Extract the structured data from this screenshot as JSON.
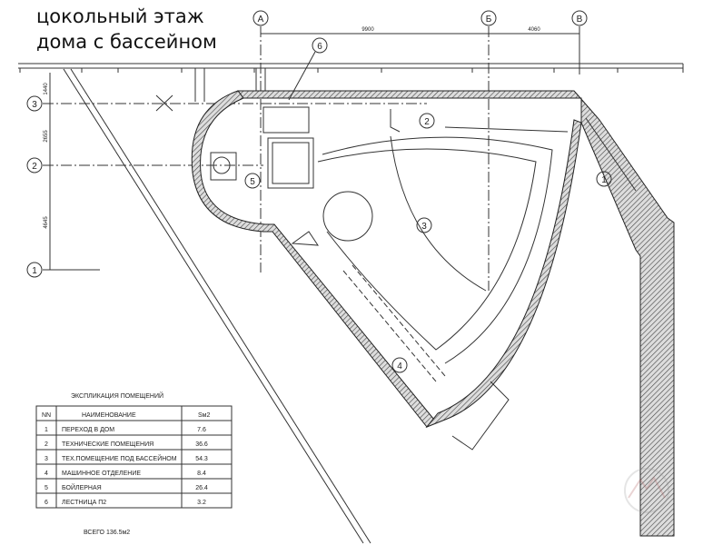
{
  "title": {
    "line1": "цокольный этаж",
    "line2": "дома с бассейном"
  },
  "axes": {
    "columns": [
      "А",
      "Б",
      "В"
    ],
    "rows": [
      "3",
      "2",
      "1"
    ],
    "col_dims": [
      "9900",
      "4060"
    ],
    "row_dims": [
      "1440",
      "2655",
      "4645"
    ]
  },
  "room_markers": [
    "1",
    "2",
    "3",
    "4",
    "5",
    "6"
  ],
  "table": {
    "caption": "ЭКСПЛИКАЦИЯ ПОМЕЩЕНИЙ",
    "headers": [
      "NN",
      "НАИМЕНОВАНИЕ",
      "Sм2"
    ],
    "rows": [
      [
        "1",
        "ПЕРЕХОД В ДОМ",
        "7.6"
      ],
      [
        "2",
        "ТЕХНИЧЕСКИЕ ПОМЕЩЕНИЯ",
        "36.6"
      ],
      [
        "3",
        "ТЕХ.ПОМЕЩЕНИЕ ПОД БАССЕЙНОМ",
        "54.3"
      ],
      [
        "4",
        "МАШИННОЕ ОТДЕЛЕНИЕ",
        "8.4"
      ],
      [
        "5",
        "БОЙЛЕРНАЯ",
        "26.4"
      ],
      [
        "6",
        "ЛЕСТНИЦА П2",
        "3.2"
      ]
    ],
    "total": "ВСЕГО  136.5м2"
  }
}
